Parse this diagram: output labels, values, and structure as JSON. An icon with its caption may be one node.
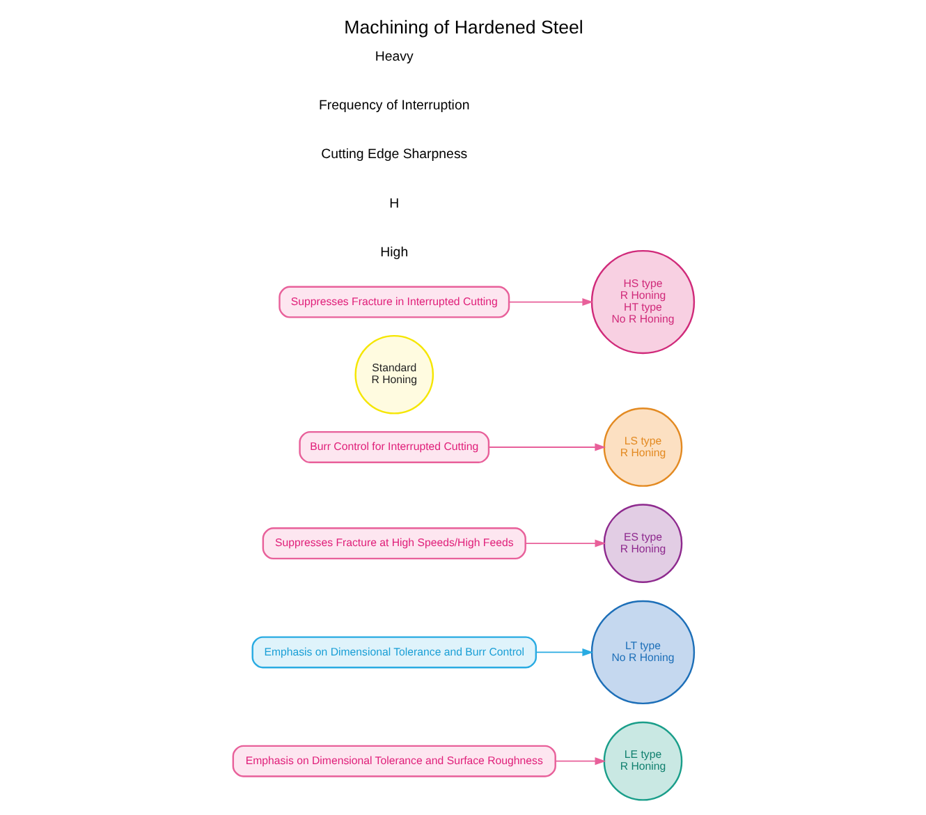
{
  "diagram": {
    "title": "Machining of Hardened Steel",
    "nodes": [
      {
        "text": [
          "LE type",
          "R Honing"
        ]
      },
      {
        "text": [
          "Emphasis on Dimensional Tolerance and Surface Roughness"
        ]
      },
      {
        "text": [
          "LT type",
          "No R Honing"
        ]
      },
      {
        "text": [
          "Suppresses Fracture at High Speeds/High Feeds"
        ]
      },
      {
        "text": [
          "LS type",
          "R Honing"
        ]
      },
      {
        "text": [
          "ES type",
          "R Honing"
        ]
      },
      {
        "text": [
          "Emphasis on Dimensional Tolerance and Burr Control"
        ]
      },
      {
        "text": [
          "Standard",
          "R Honing"
        ]
      },
      {
        "text": [
          "Burr Control for Interrupted Cutting"
        ]
      },
      {
        "text": [
          "HS type",
          "R Honing",
          "HT type",
          "No R Honing"
        ]
      },
      {
        "text": [
          "Suppresses Fracture in Interrupted Cutting"
        ]
      }
    ],
    "edges": [
      {
        "from": 1,
        "to": 0,
        "arrow": "to"
      },
      {
        "from": 3,
        "to": 5,
        "arrow": "to"
      },
      {
        "from": 6,
        "to": 2,
        "arrow": "to",
        "color": "#29abe2"
      },
      {
        "from": 8,
        "to": 4,
        "arrow": "to"
      },
      {
        "from": 10,
        "to": 9,
        "arrow": "to"
      }
    ],
    "labels": [
      "High",
      "H",
      "Cutting Edge Sharpness",
      "Frequency of Interruption",
      "Heavy"
    ]
  }
}
